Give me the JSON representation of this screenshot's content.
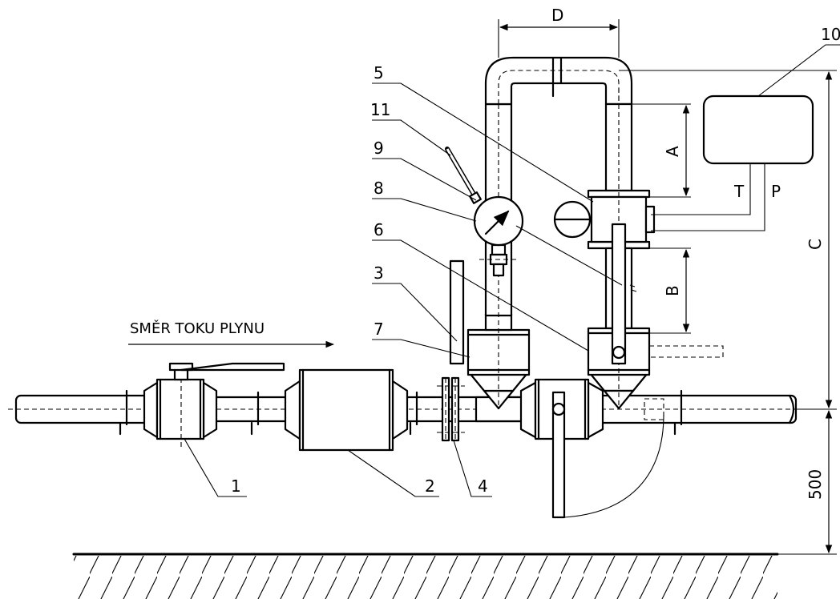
{
  "flow_label": "SMĚR TOKU PLYNU",
  "callouts": [
    "1",
    "2",
    "3",
    "4",
    "5",
    "6",
    "7",
    "8",
    "9",
    "10",
    "11"
  ],
  "dimensions": {
    "a": "A",
    "b": "B",
    "c": "C",
    "d": "D",
    "height": "500"
  },
  "signals": {
    "temperature": "T",
    "pressure": "P"
  }
}
